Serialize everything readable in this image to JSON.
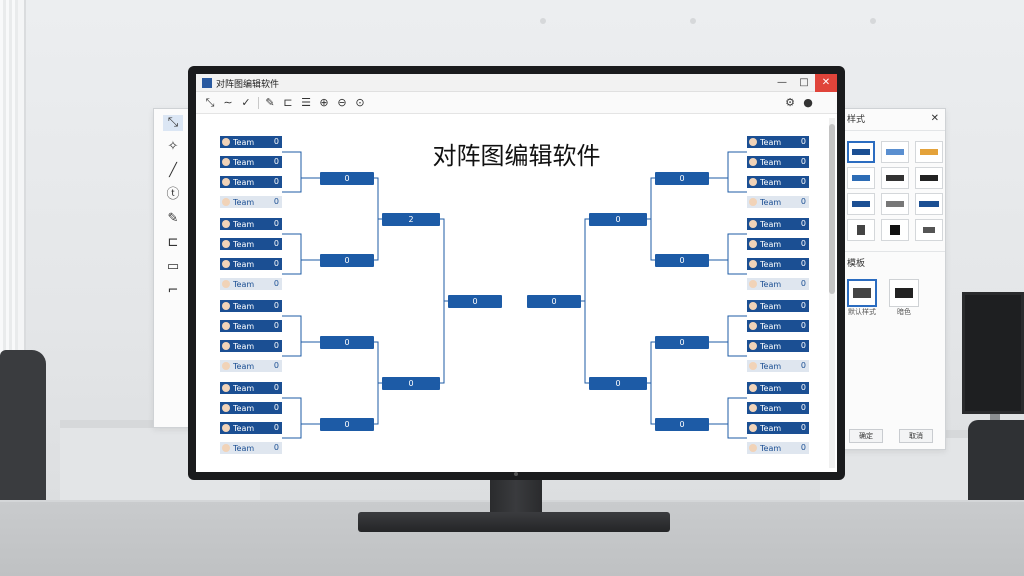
{
  "app": {
    "title": "对阵图编辑软件",
    "window_controls": {
      "minimize": "—",
      "maximize": "□",
      "close": "✕"
    },
    "toolbar_icons": [
      "pointer-icon",
      "line-icon",
      "check-icon",
      "pen-icon",
      "connect-icon",
      "list-icon",
      "zoom-in-icon",
      "zoom-out-icon",
      "zoom-fit-icon",
      "settings-icon",
      "user-icon"
    ]
  },
  "canvas": {
    "heading": "对阵图编辑软件",
    "match_label": "0",
    "left_bracket": {
      "round1_teams": [
        {
          "name": "Team",
          "score": "0"
        },
        {
          "name": "Team",
          "score": "0"
        },
        {
          "name": "Team",
          "score": "0"
        },
        {
          "name": "Team",
          "score": "0"
        },
        {
          "name": "Team",
          "score": "0"
        },
        {
          "name": "Team",
          "score": "0"
        },
        {
          "name": "Team",
          "score": "0"
        },
        {
          "name": "Team",
          "score": "0"
        },
        {
          "name": "Team",
          "score": "0"
        },
        {
          "name": "Team",
          "score": "0"
        },
        {
          "name": "Team",
          "score": "0"
        },
        {
          "name": "Team",
          "score": "0"
        },
        {
          "name": "Team",
          "score": "0"
        },
        {
          "name": "Team",
          "score": "0"
        },
        {
          "name": "Team",
          "score": "0"
        },
        {
          "name": "Team",
          "score": "0"
        }
      ],
      "round2_scores": [
        "0",
        "0",
        "0",
        "0"
      ],
      "round3_scores": [
        "2",
        "0"
      ],
      "final_score": "0"
    },
    "right_bracket": {
      "round1_teams": [
        {
          "name": "Team",
          "score": "0"
        },
        {
          "name": "Team",
          "score": "0"
        },
        {
          "name": "Team",
          "score": "0"
        },
        {
          "name": "Team",
          "score": "0"
        },
        {
          "name": "Team",
          "score": "0"
        },
        {
          "name": "Team",
          "score": "0"
        },
        {
          "name": "Team",
          "score": "0"
        },
        {
          "name": "Team",
          "score": "0"
        },
        {
          "name": "Team",
          "score": "0"
        },
        {
          "name": "Team",
          "score": "0"
        },
        {
          "name": "Team",
          "score": "0"
        },
        {
          "name": "Team",
          "score": "0"
        },
        {
          "name": "Team",
          "score": "0"
        },
        {
          "name": "Team",
          "score": "0"
        },
        {
          "name": "Team",
          "score": "0"
        },
        {
          "name": "Team",
          "score": "0"
        }
      ],
      "round2_scores": [
        "0",
        "0",
        "0",
        "0"
      ],
      "round3_scores": [
        "0",
        "0"
      ],
      "final_score": "0"
    }
  },
  "left_tools": [
    "select-icon",
    "magic-icon",
    "pen-icon",
    "text-icon",
    "brush-icon",
    "shape-icon",
    "frame-icon",
    "crop-icon"
  ],
  "right_panel": {
    "title": "样式",
    "close": "✕",
    "section_label": "模板",
    "style_caption_1": "默认样式",
    "style_caption_2": "暗色",
    "ok": "确定",
    "cancel": "取消"
  },
  "colors": {
    "accent": "#1b4f93",
    "accent_light": "#dfe6ef",
    "close_red": "#e0443a"
  }
}
